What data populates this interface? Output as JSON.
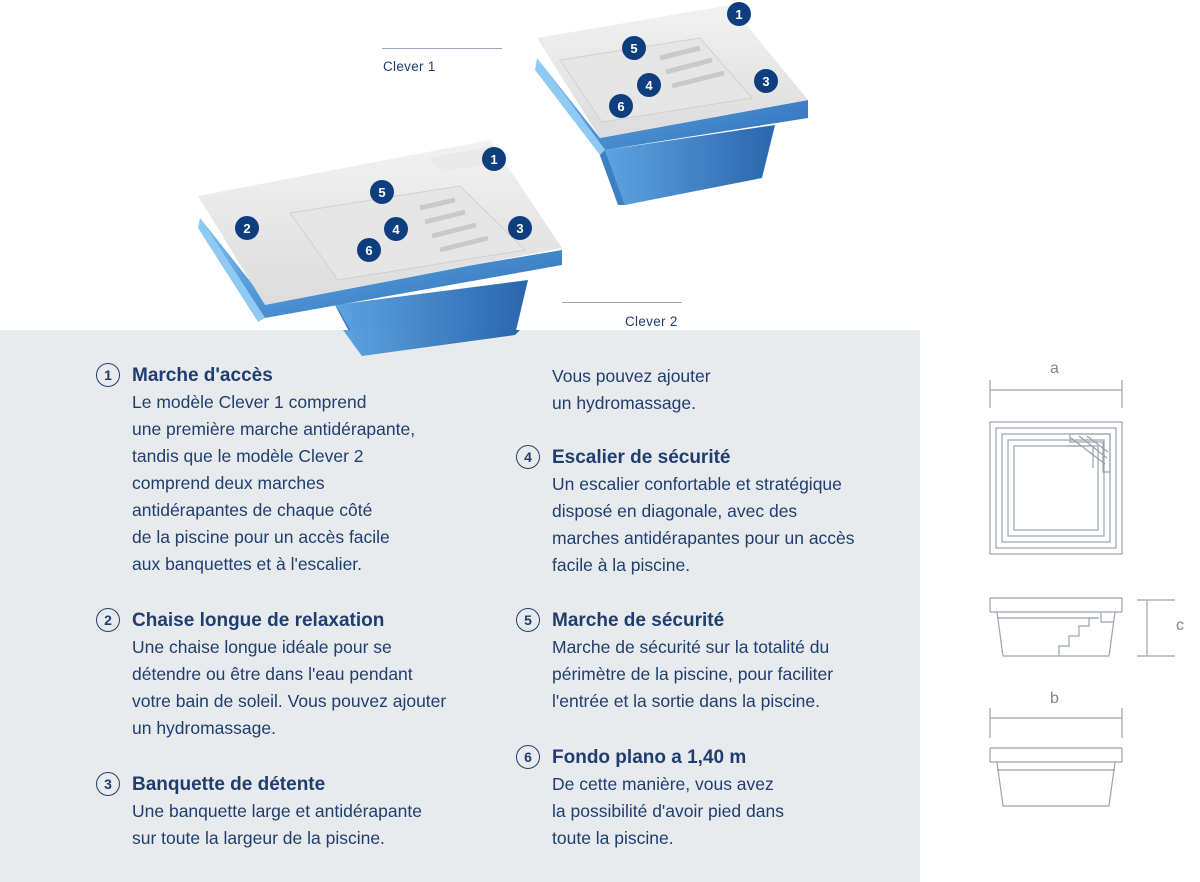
{
  "models": {
    "clever1": "Clever 1",
    "clever2": "Clever 2"
  },
  "badges": [
    "1",
    "2",
    "3",
    "4",
    "5",
    "6"
  ],
  "features": [
    {
      "num": "1",
      "title": "Marche d'accès",
      "desc": "Le modèle Clever 1 comprend\nune première marche antidérapante,\ntandis que le modèle Clever 2\ncomprend deux marches\nantidérapantes de chaque côté\nde la piscine pour un accès facile\naux banquettes et à l'escalier."
    },
    {
      "num": "2",
      "title": "Chaise longue de relaxation",
      "desc": "Une chaise longue idéale pour se\ndétendre ou être dans l'eau pendant\nvotre bain de soleil. Vous pouvez ajouter\nun hydromassage."
    },
    {
      "num": "3",
      "title": "Banquette de détente",
      "desc": "Une banquette large et antidérapante\nsur toute la largeur de la piscine."
    },
    {
      "num": "",
      "title": "",
      "desc": "Vous pouvez ajouter\nun hydromassage."
    },
    {
      "num": "4",
      "title": "Escalier de sécurité",
      "desc": "Un escalier confortable et stratégique\ndisposé en diagonale, avec des\nmarches antidérapantes pour un accès\nfacile à la piscine."
    },
    {
      "num": "5",
      "title": "Marche de sécurité",
      "desc": "Marche de sécurité sur la totalité du\npérimètre de la piscine, pour faciliter\nl'entrée et la sortie dans la piscine."
    },
    {
      "num": "6",
      "title": "Fondo plano a 1,40 m",
      "desc": "De cette manière, vous avez\nla possibilité d'avoir pied dans\ntoute la piscine."
    }
  ],
  "dimensions": {
    "a": "a",
    "b": "b",
    "c": "c"
  },
  "colors": {
    "badge": "#0e3e7e",
    "text": "#1f3d6e",
    "pool_blue": "#3f86cc",
    "panel": "#e8ebed"
  }
}
